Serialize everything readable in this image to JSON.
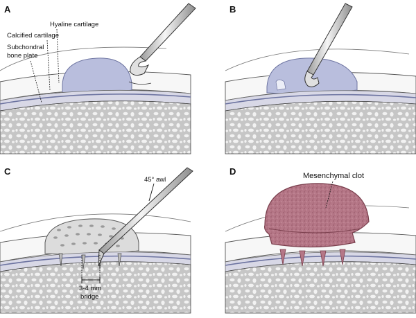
{
  "panels": [
    {
      "letter": "A",
      "labels": [
        "Hyaline cartilage",
        "Calcified cartilage",
        "Subchondral",
        "bone plate"
      ]
    },
    {
      "letter": "B",
      "labels": []
    },
    {
      "letter": "C",
      "labels": [
        "45° awl",
        "3-4 mm",
        "bridge"
      ]
    },
    {
      "letter": "D",
      "labels": [
        "Mesenchymal clot"
      ]
    }
  ],
  "colors": {
    "cartilage": "#b9bedd",
    "cartilage_edge": "#8b92b8",
    "bone": "#c9c9c9",
    "bone_hole": "#f4f4f4",
    "clot": "#b57787",
    "clot_edge": "#7a3f4d",
    "instrument": "#d9d9d9",
    "outline": "#222222"
  }
}
